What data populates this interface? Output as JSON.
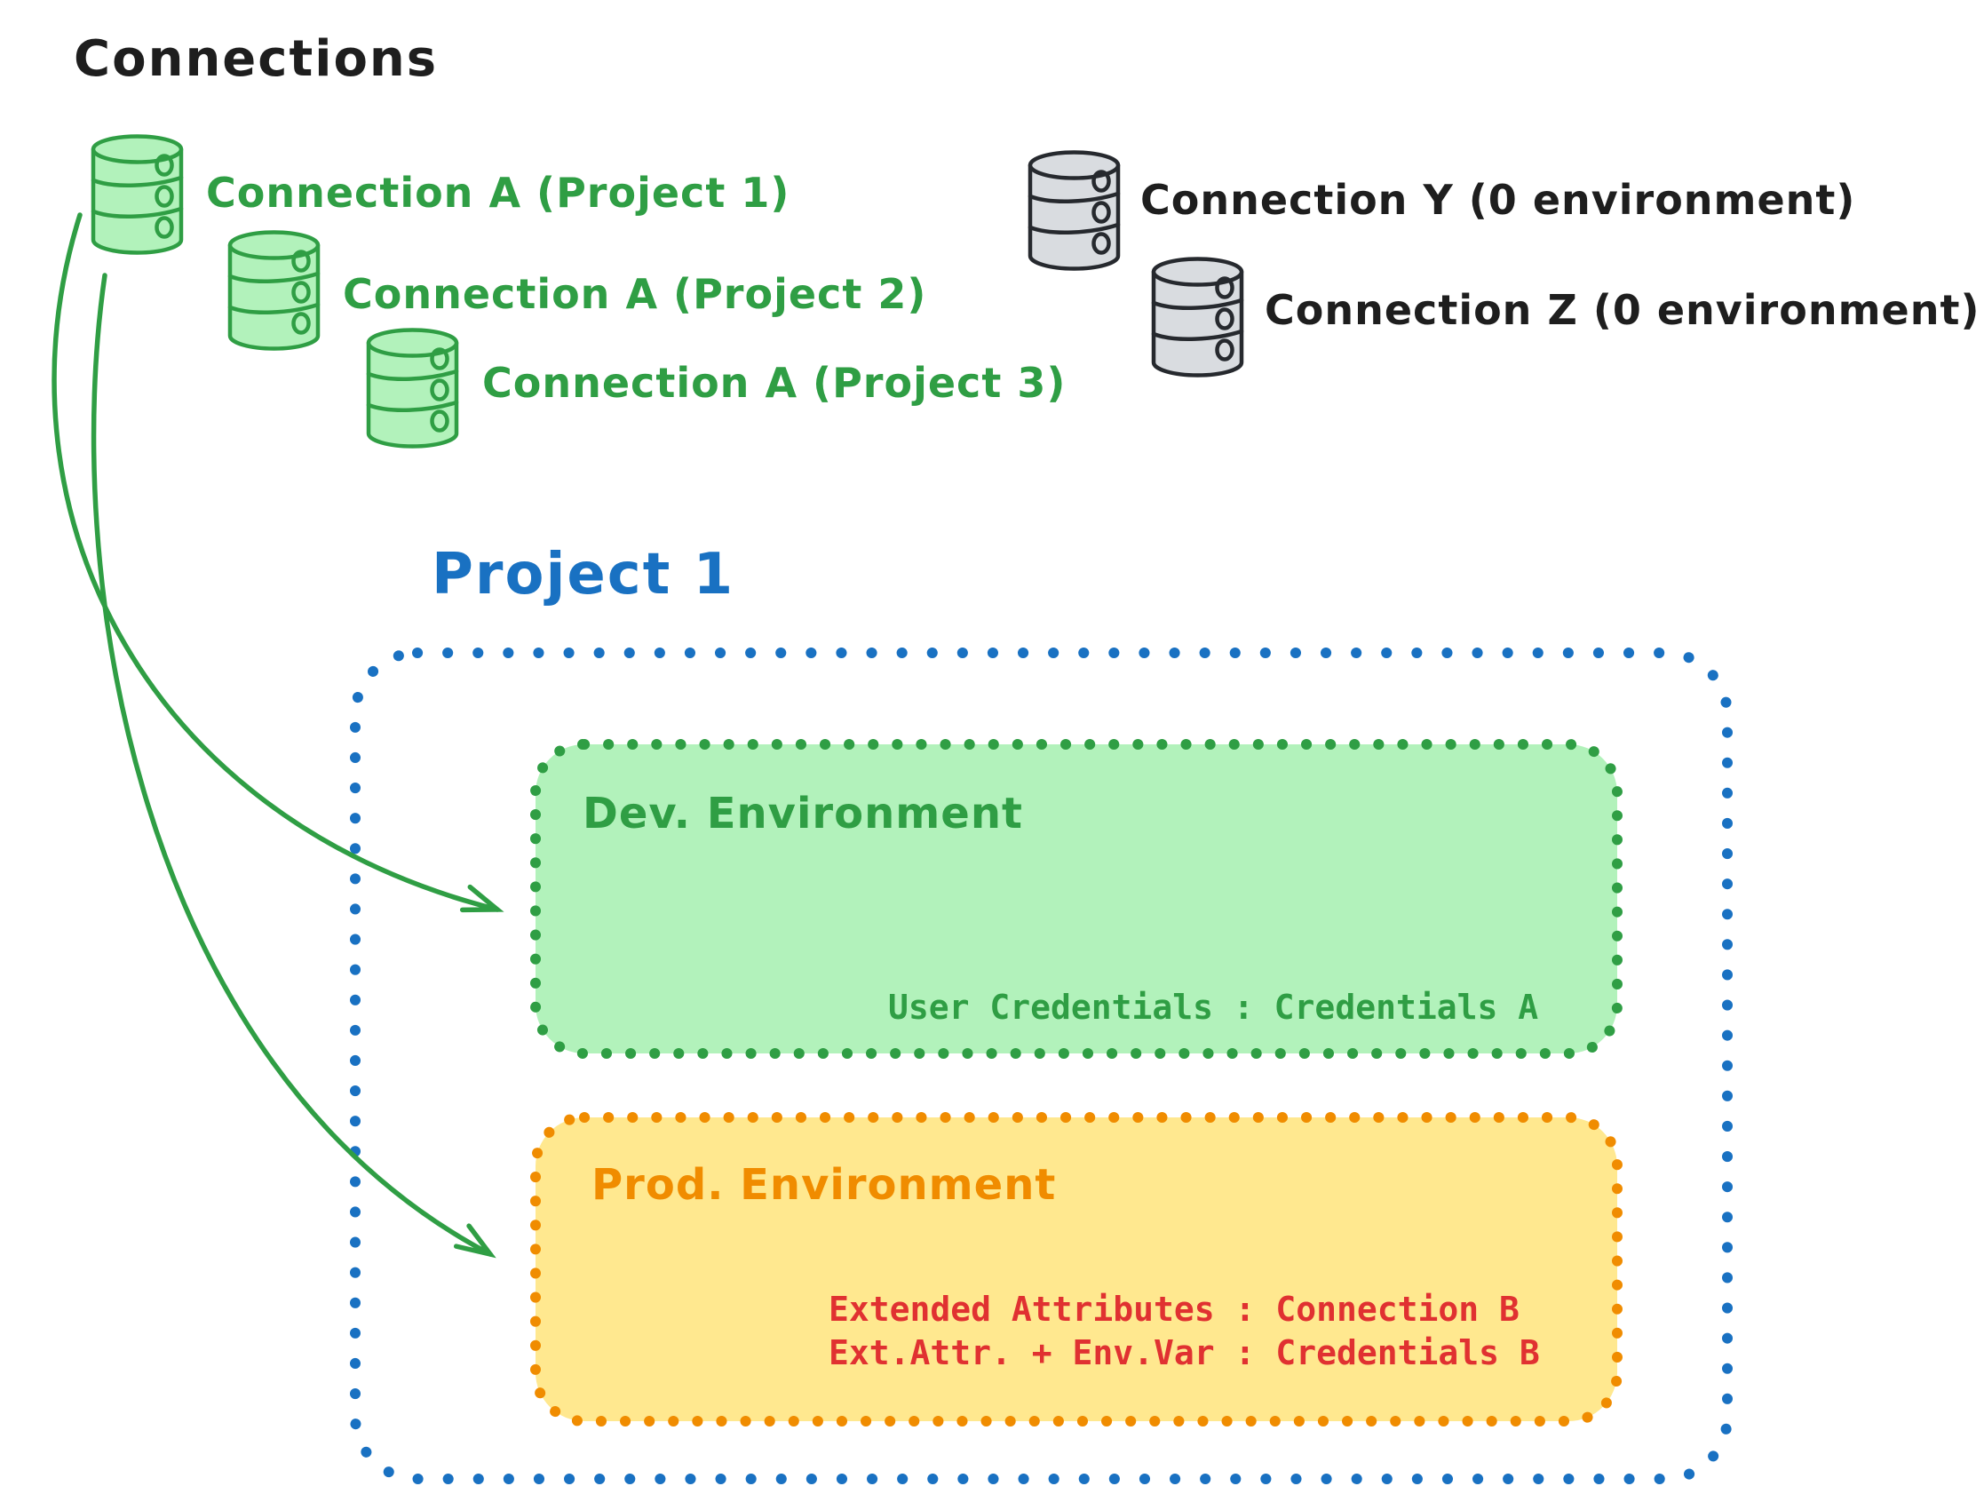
{
  "title": "Connections",
  "connections": {
    "project_a": [
      {
        "label": "Connection A (Project 1)"
      },
      {
        "label": "Connection A (Project 2)"
      },
      {
        "label": "Connection A (Project 3)"
      }
    ],
    "unassigned": [
      {
        "label": "Connection Y (0 environment)"
      },
      {
        "label": "Connection Z (0 environment)"
      }
    ]
  },
  "project": {
    "title": "Project 1",
    "environments": {
      "dev": {
        "title": "Dev. Environment",
        "mappings": [
          "User Credentials : Credentials A"
        ]
      },
      "prod": {
        "title": "Prod. Environment",
        "mappings": [
          "Extended Attributes : Connection B",
          "Ext.Attr. + Env.Var : Credentials B"
        ]
      }
    }
  },
  "icons": {
    "green_connection": "database-icon",
    "gray_connection": "database-icon",
    "arrow": "curved-arrow-icon"
  },
  "colors": {
    "green_stroke": "#2f9e44",
    "green_fill": "#b2f2bb",
    "gray_stroke": "#26292e",
    "gray_fill": "#d9dce0",
    "blue": "#1971c2",
    "orange": "#f08c00",
    "yellow_fill": "#ffe88f",
    "red_text": "#e03131",
    "black_text": "#1e1e1e"
  }
}
